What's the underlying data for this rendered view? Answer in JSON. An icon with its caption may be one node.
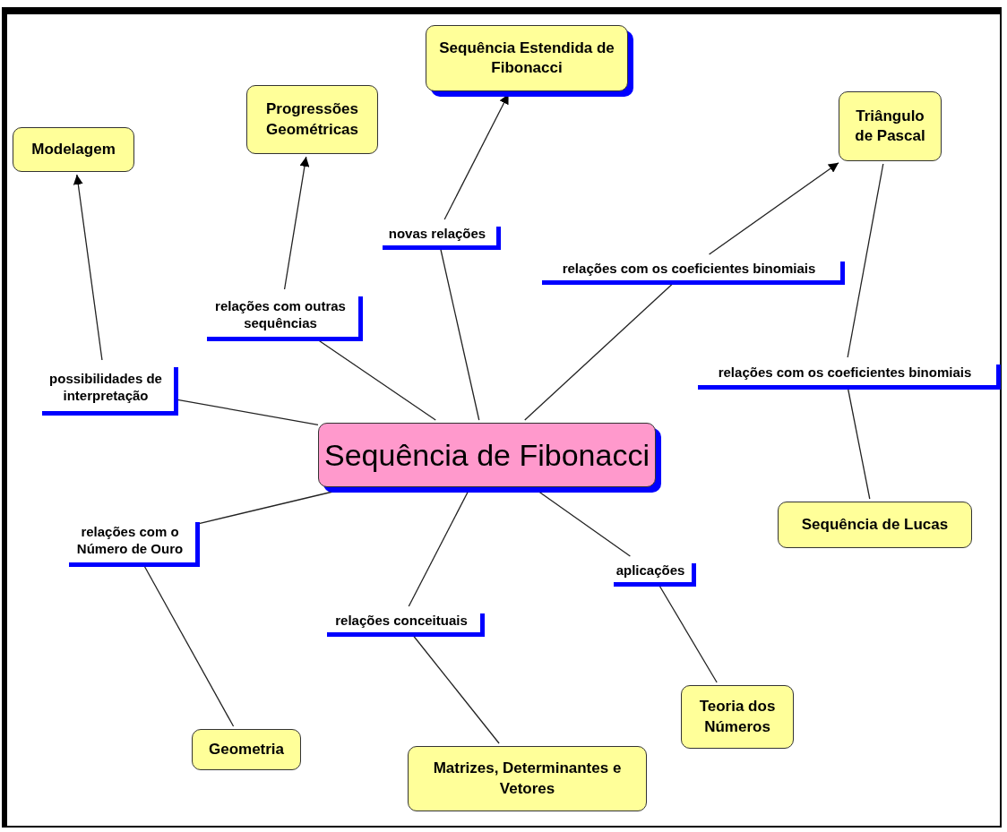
{
  "diagram": {
    "nodes": [
      {
        "text": [
          "Sequência Estendida de Fibonacci"
        ]
      },
      {
        "text": [
          "Progressões Geométricas"
        ]
      },
      {
        "text": [
          "Modelagem"
        ]
      },
      {
        "text": [
          "Triângulo de Pascal"
        ]
      },
      {
        "text": [
          "novas relações"
        ]
      },
      {
        "text": [
          "relações com os coeficientes binomiais"
        ]
      },
      {
        "text": [
          "relações com outras sequências"
        ]
      },
      {
        "text": [
          "possibilidades de interpretação"
        ]
      },
      {
        "text": [
          "relações com os coeficientes binomiais"
        ]
      },
      {
        "text": [
          "Sequência de Fibonacci"
        ]
      },
      {
        "text": [
          "Sequência de Lucas"
        ]
      },
      {
        "text": [
          "relações com o Número de Ouro"
        ]
      },
      {
        "text": [
          "aplicações"
        ]
      },
      {
        "text": [
          "relações conceituais"
        ]
      },
      {
        "text": [
          "Teoria dos Números"
        ]
      },
      {
        "text": [
          "Geometria"
        ]
      },
      {
        "text": [
          "Matrizes, Determinantes e Vetores"
        ]
      }
    ],
    "edges": [
      {
        "from": 9,
        "to": 4,
        "arrow": "none"
      },
      {
        "from": 4,
        "to": 0,
        "arrow": "to"
      },
      {
        "from": 9,
        "to": 6,
        "arrow": "none"
      },
      {
        "from": 6,
        "to": 1,
        "arrow": "to"
      },
      {
        "from": 9,
        "to": 7,
        "arrow": "none"
      },
      {
        "from": 7,
        "to": 2,
        "arrow": "to"
      },
      {
        "from": 9,
        "to": 5,
        "arrow": "none"
      },
      {
        "from": 5,
        "to": 3,
        "arrow": "to"
      },
      {
        "from": 10,
        "to": 8,
        "arrow": "none"
      },
      {
        "from": 8,
        "to": 3,
        "arrow": "none"
      },
      {
        "from": 9,
        "to": 11,
        "arrow": "none"
      },
      {
        "from": 11,
        "to": 15,
        "arrow": "none"
      },
      {
        "from": 9,
        "to": 13,
        "arrow": "none"
      },
      {
        "from": 13,
        "to": 16,
        "arrow": "none"
      },
      {
        "from": 9,
        "to": 12,
        "arrow": "none"
      },
      {
        "from": 12,
        "to": 14,
        "arrow": "none"
      }
    ]
  }
}
